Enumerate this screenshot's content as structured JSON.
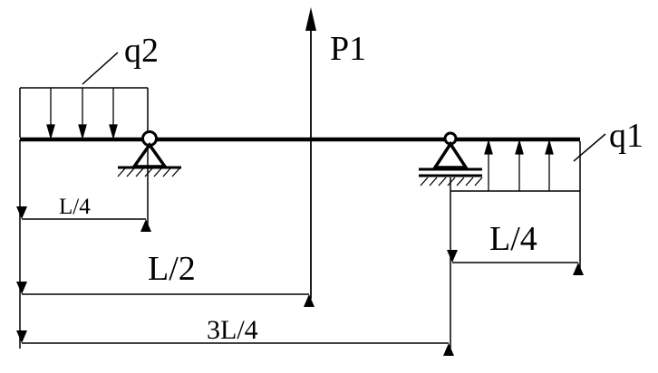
{
  "labels": {
    "q2": "q2",
    "p1": "P1",
    "q1": "q1",
    "dim_l4_left": "L/4",
    "dim_l2": "L/2",
    "dim_3l4": "3L/4",
    "dim_l4_right": "L/4"
  },
  "colors": {
    "ink": "#000000",
    "background": "#ffffff"
  }
}
